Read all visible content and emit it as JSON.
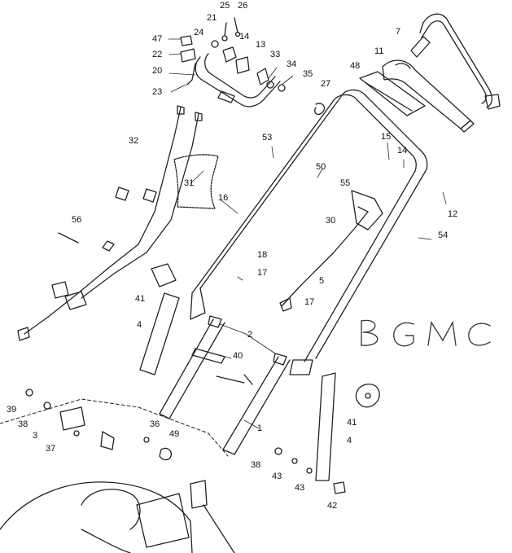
{
  "diagram": {
    "parts": [
      {
        "id": "p25",
        "label": "25"
      },
      {
        "id": "p26",
        "label": "26"
      },
      {
        "id": "p21",
        "label": "21"
      },
      {
        "id": "p24",
        "label": "24"
      },
      {
        "id": "p47",
        "label": "47"
      },
      {
        "id": "p14a",
        "label": "14"
      },
      {
        "id": "p13",
        "label": "13"
      },
      {
        "id": "p22",
        "label": "22"
      },
      {
        "id": "p33",
        "label": "33"
      },
      {
        "id": "p20",
        "label": "20"
      },
      {
        "id": "p34",
        "label": "34"
      },
      {
        "id": "p35",
        "label": "35"
      },
      {
        "id": "p23",
        "label": "23"
      },
      {
        "id": "p27",
        "label": "27"
      },
      {
        "id": "p7",
        "label": "7"
      },
      {
        "id": "p11",
        "label": "11"
      },
      {
        "id": "p48",
        "label": "48"
      },
      {
        "id": "p32",
        "label": "32"
      },
      {
        "id": "p53",
        "label": "53"
      },
      {
        "id": "p50",
        "label": "50"
      },
      {
        "id": "p15",
        "label": "15"
      },
      {
        "id": "p14b",
        "label": "14"
      },
      {
        "id": "p31",
        "label": "31"
      },
      {
        "id": "p55",
        "label": "55"
      },
      {
        "id": "p16",
        "label": "16"
      },
      {
        "id": "p12",
        "label": "12"
      },
      {
        "id": "p56",
        "label": "56"
      },
      {
        "id": "p30",
        "label": "30"
      },
      {
        "id": "p54",
        "label": "54"
      },
      {
        "id": "p18",
        "label": "18"
      },
      {
        "id": "p17a",
        "label": "17"
      },
      {
        "id": "p41a",
        "label": "41"
      },
      {
        "id": "p5",
        "label": "5"
      },
      {
        "id": "p17b",
        "label": "17"
      },
      {
        "id": "p4a",
        "label": "4"
      },
      {
        "id": "p2",
        "label": "2"
      },
      {
        "id": "p40",
        "label": "40"
      },
      {
        "id": "p39",
        "label": "39"
      },
      {
        "id": "p41b",
        "label": "41"
      },
      {
        "id": "p38a",
        "label": "38"
      },
      {
        "id": "p1",
        "label": "1"
      },
      {
        "id": "p3",
        "label": "3"
      },
      {
        "id": "p36",
        "label": "36"
      },
      {
        "id": "p49",
        "label": "49"
      },
      {
        "id": "p37",
        "label": "37"
      },
      {
        "id": "p4b",
        "label": "4"
      },
      {
        "id": "p38b",
        "label": "38"
      },
      {
        "id": "p43a",
        "label": "43"
      },
      {
        "id": "p43b",
        "label": "43"
      },
      {
        "id": "p42",
        "label": "42"
      }
    ],
    "stamp_text": "BGMC"
  }
}
